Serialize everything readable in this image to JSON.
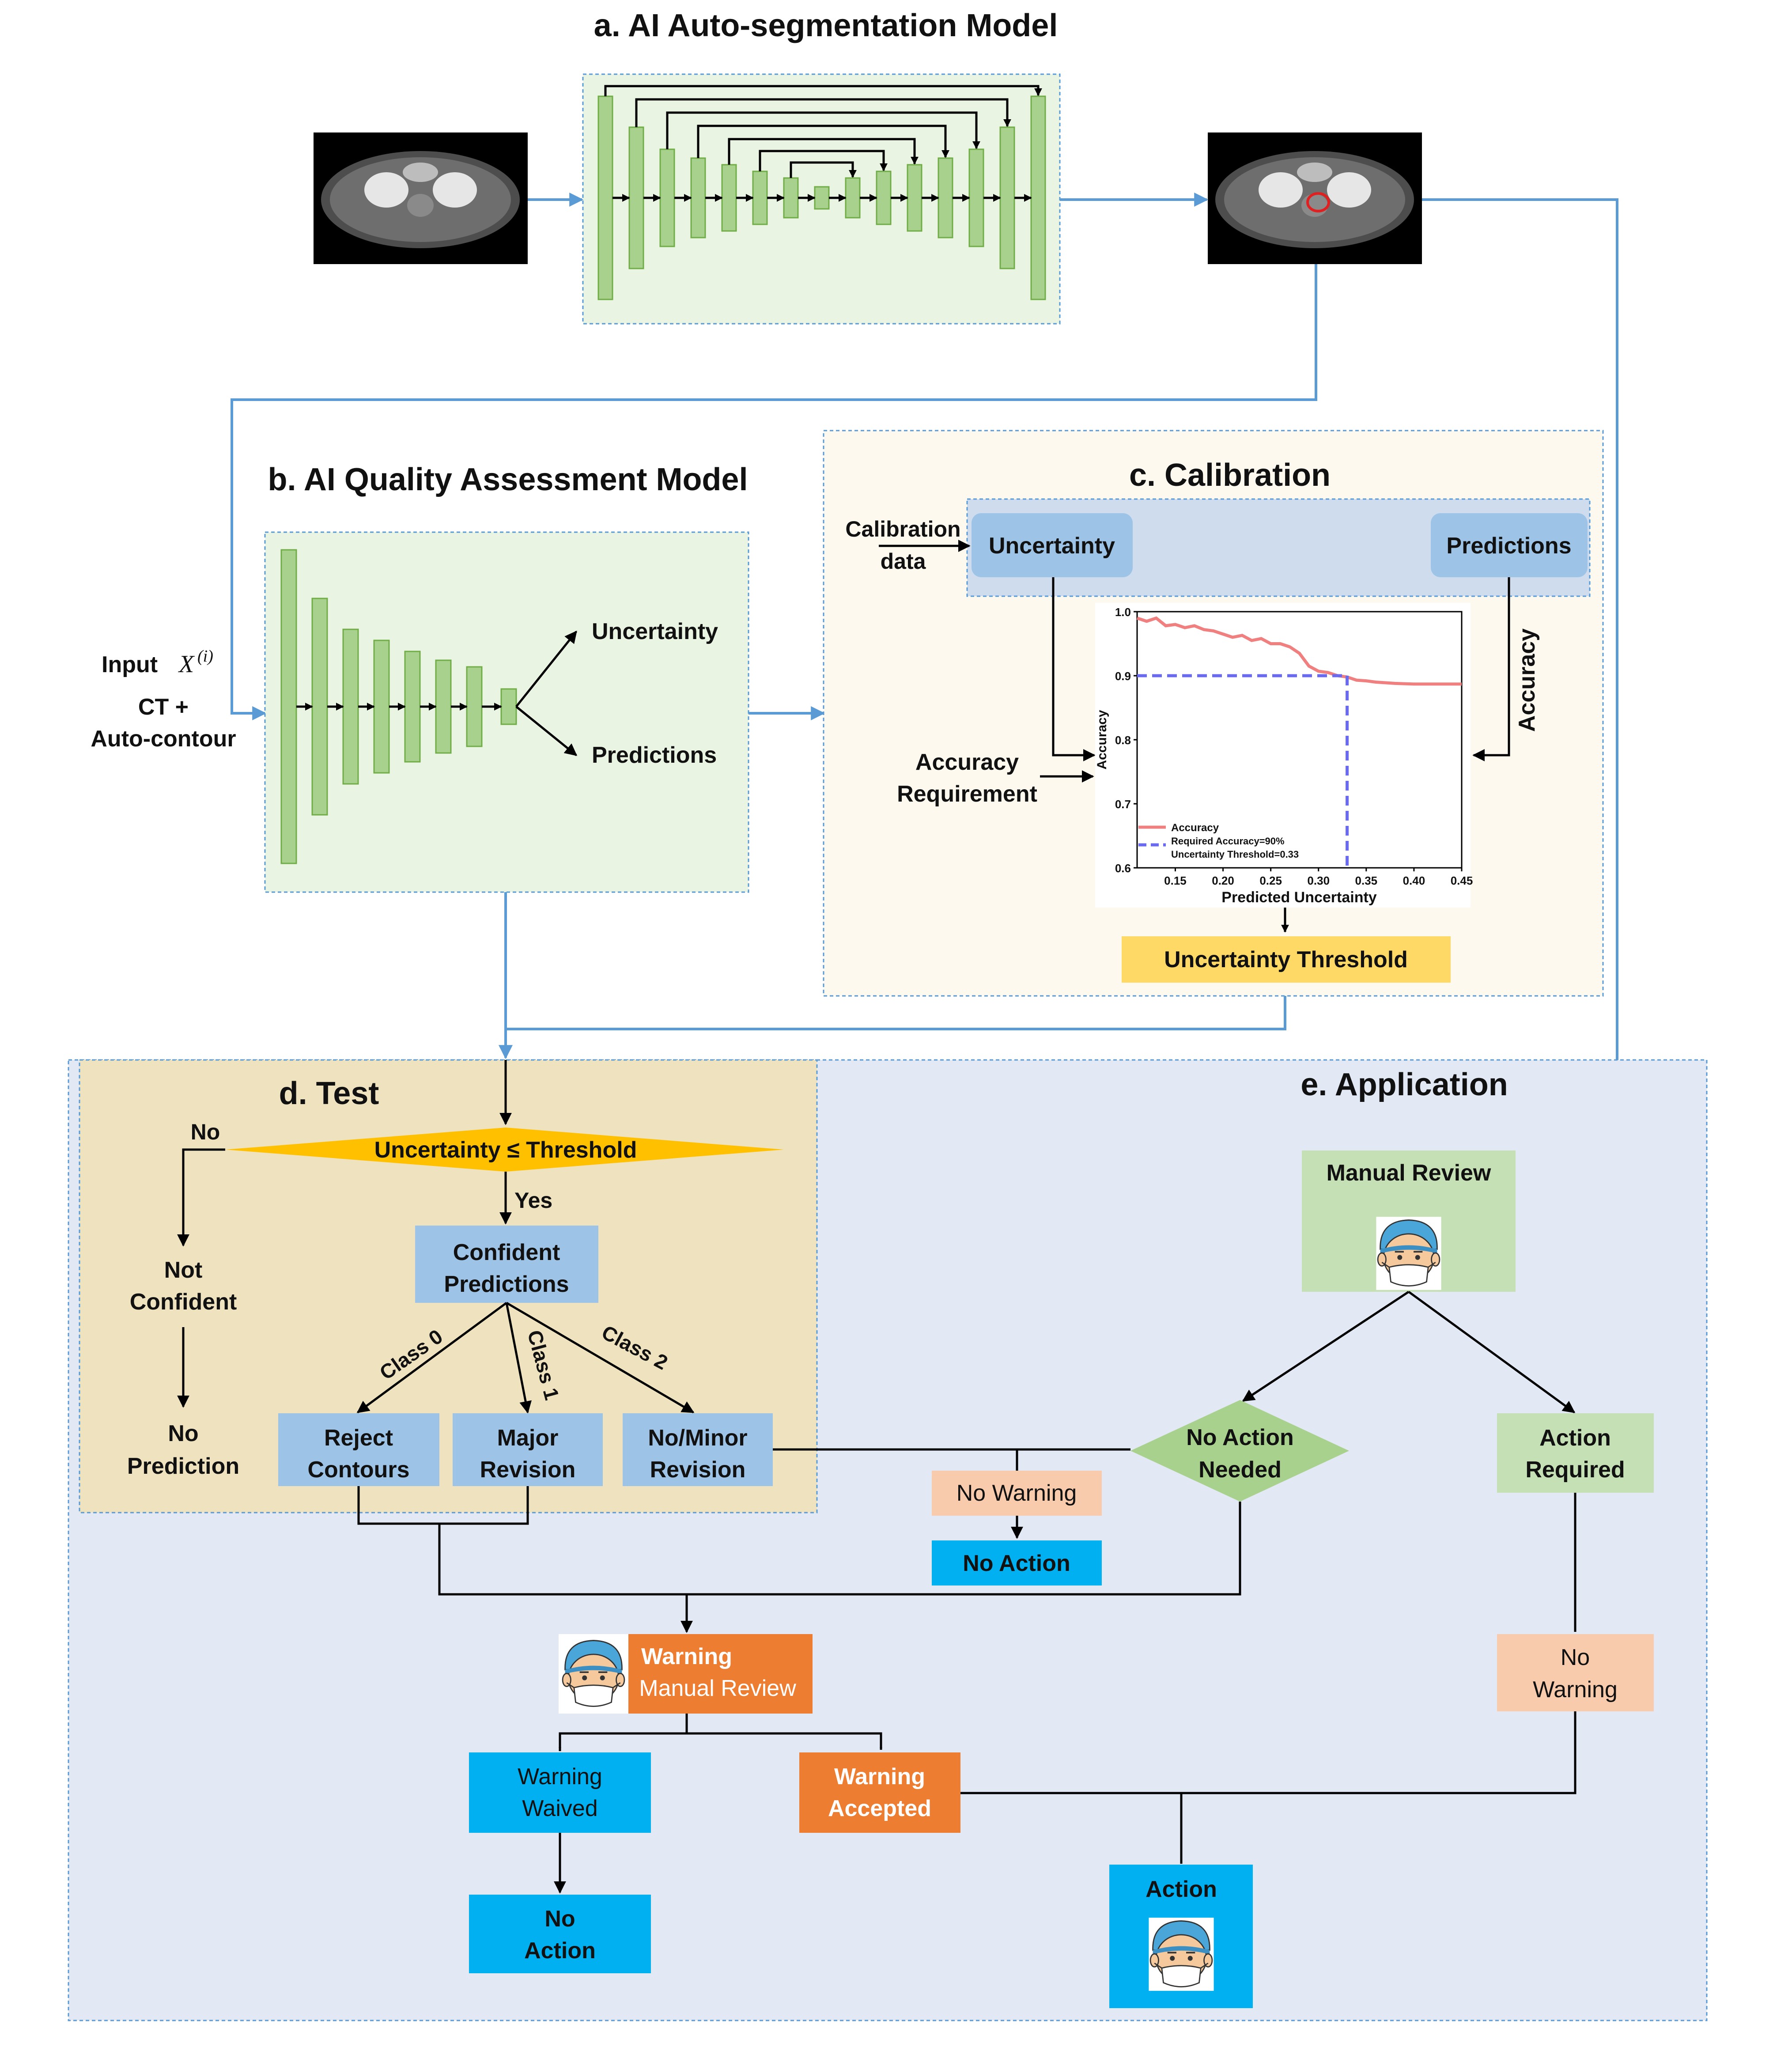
{
  "section_a": {
    "title": "a. AI Auto-segmentation Model"
  },
  "section_b": {
    "title": "b. AI Quality Assessment Model",
    "input_label": "Input",
    "input_symbol": "X",
    "input_superscript": "(i)",
    "ct_line1": "CT +",
    "ct_line2": "Auto-contour",
    "out_uncertainty": "Uncertainty",
    "out_predictions": "Predictions"
  },
  "section_c": {
    "title": "c. Calibration",
    "calib_line1": "Calibration",
    "calib_line2": "data",
    "uncertainty_box": "Uncertainty",
    "predictions_box": "Predictions",
    "accuracy_side": "Accuracy",
    "acc_req_line1": "Accuracy",
    "acc_req_line2": "Requirement",
    "threshold_box": "Uncertainty Threshold"
  },
  "chart_data": {
    "type": "line",
    "xlabel": "Predicted Uncertainty",
    "ylabel": "Accuracy",
    "xlim": [
      0.11,
      0.45
    ],
    "ylim": [
      0.6,
      1.0
    ],
    "xticks": [
      "0.15",
      "0.20",
      "0.25",
      "0.30",
      "0.35",
      "0.40",
      "0.45"
    ],
    "yticks": [
      "0.6",
      "0.7",
      "0.8",
      "0.9",
      "1.0"
    ],
    "legend": [
      "Accuracy",
      "Required Accuracy=90%",
      "Uncertainty Threshold=0.33"
    ],
    "legend_position": "bottom-left",
    "series": [
      {
        "name": "Accuracy",
        "x": [
          0.11,
          0.12,
          0.13,
          0.14,
          0.15,
          0.16,
          0.17,
          0.18,
          0.19,
          0.2,
          0.21,
          0.22,
          0.23,
          0.24,
          0.25,
          0.26,
          0.27,
          0.28,
          0.29,
          0.3,
          0.31,
          0.32,
          0.33,
          0.34,
          0.35,
          0.36,
          0.38,
          0.4,
          0.42,
          0.45
        ],
        "y": [
          0.99,
          0.985,
          0.99,
          0.978,
          0.98,
          0.975,
          0.978,
          0.972,
          0.97,
          0.965,
          0.96,
          0.963,
          0.955,
          0.958,
          0.95,
          0.95,
          0.945,
          0.935,
          0.915,
          0.907,
          0.905,
          0.9,
          0.898,
          0.893,
          0.892,
          0.89,
          0.888,
          0.887,
          0.887,
          0.887
        ]
      }
    ],
    "required_accuracy": 0.9,
    "uncertainty_threshold": 0.33
  },
  "section_d": {
    "title": "d. Test",
    "decision": "Uncertainty ≤ Threshold",
    "no_label": "No",
    "yes_label": "Yes",
    "not_conf_line1": "Not",
    "not_conf_line2": "Confident",
    "no_pred_line1": "No",
    "no_pred_line2": "Prediction",
    "conf_line1": "Confident",
    "conf_line2": "Predictions",
    "class0": "Class 0",
    "class1": "Class 1",
    "class2": "Class 2",
    "reject_line1": "Reject",
    "reject_line2": "Contours",
    "major_line1": "Major",
    "major_line2": "Revision",
    "nominor_line1": "No/Minor",
    "nominor_line2": "Revision"
  },
  "section_e": {
    "title": "e. Application",
    "manual_review": "Manual Review",
    "no_action_needed_line1": "No Action",
    "no_action_needed_line2": "Needed",
    "action_required_line1": "Action",
    "action_required_line2": "Required",
    "no_warning_center": "No Warning",
    "no_action_center": "No Action",
    "warning_line1": "Warning",
    "warning_line2": "Manual Review",
    "warning_waived_line1": "Warning",
    "warning_waived_line2": "Waived",
    "warning_accepted_line1": "Warning",
    "warning_accepted_line2": "Accepted",
    "no_warning_right_line1": "No",
    "no_warning_right_line2": "Warning",
    "no_action_bottom_line1": "No",
    "no_action_bottom_line2": "Action",
    "action": "Action"
  },
  "colors": {
    "flow_arrow": "#5b9bd5",
    "green_panel": "#eaf4e2",
    "green_layer": "#a9d18e",
    "blue_box": "#9dc3e6",
    "calib_bg": "#fdf9ee",
    "test_bg": "#efe3bf",
    "application_bg": "#e2e8f4",
    "threshold_yellow": "#ffd966",
    "decision_orange": "#ffc000",
    "salmon": "#f8cbad",
    "cyan": "#00b0f0",
    "orange": "#ed7d31",
    "light_green": "#c5e0b4",
    "accuracy_line": "#f08080",
    "dashed_line": "#6a6af0"
  }
}
